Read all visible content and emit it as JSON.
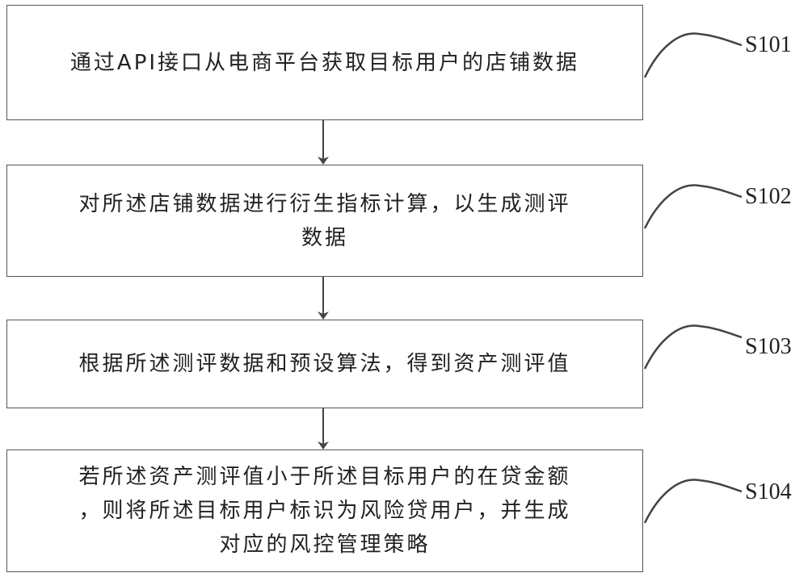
{
  "steps": [
    {
      "id": "S101",
      "lines": [
        "通过API接口从电商平台获取目标用户的店铺数据"
      ]
    },
    {
      "id": "S102",
      "lines": [
        "对所述店铺数据进行衍生指标计算，以生成测评",
        "数据"
      ]
    },
    {
      "id": "S103",
      "lines": [
        "根据所述测评数据和预设算法，得到资产测评值"
      ]
    },
    {
      "id": "S104",
      "lines": [
        "若所述资产测评值小于所述目标用户的在贷金额",
        "，则将所述目标用户标识为风险贷用户，并生成",
        "对应的风控管理策略"
      ]
    }
  ]
}
